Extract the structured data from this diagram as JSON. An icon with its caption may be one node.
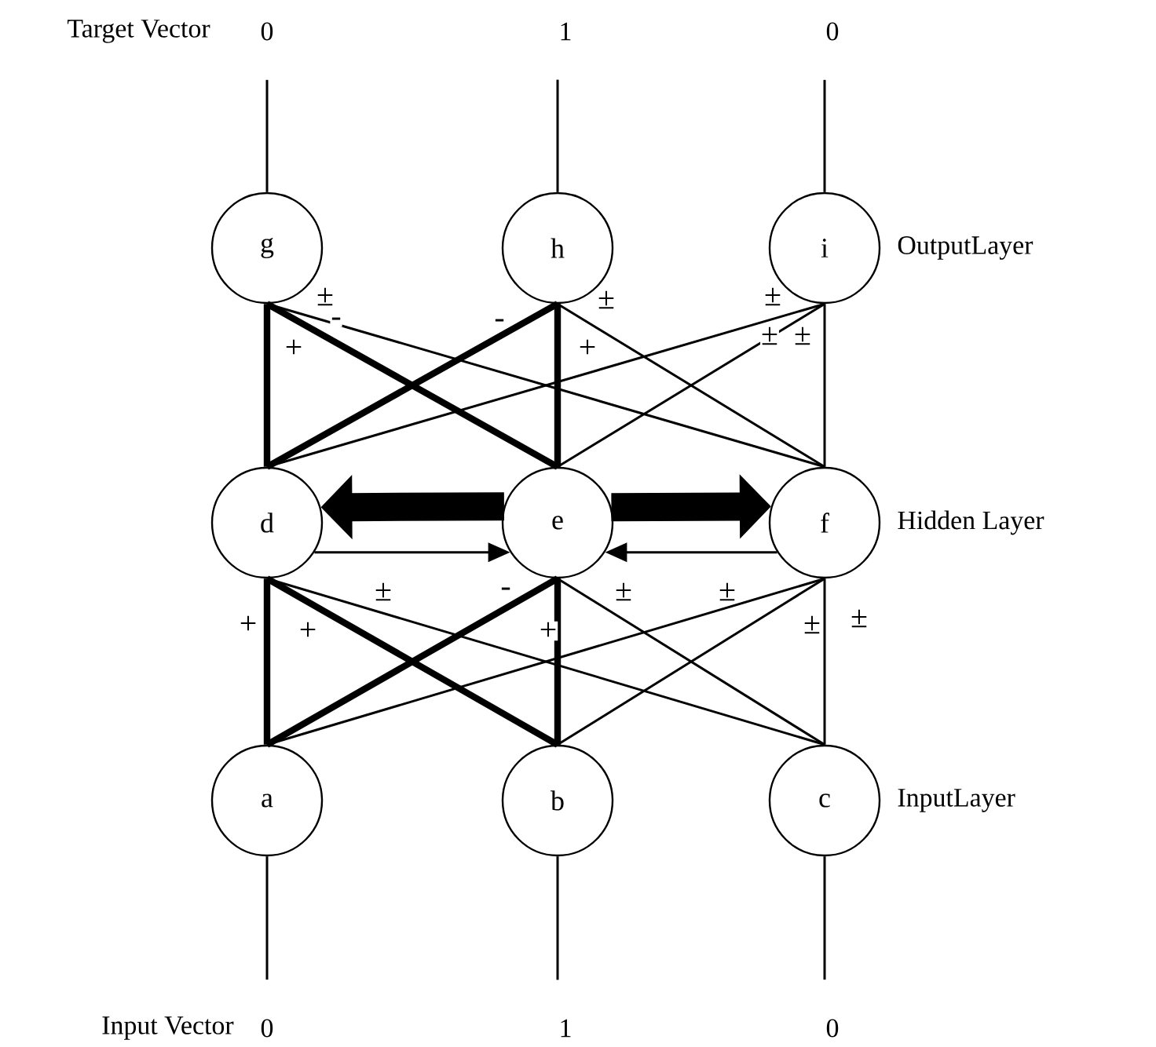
{
  "diagram": {
    "nodes": [
      {
        "text": [
          "0"
        ]
      },
      {
        "text": [
          "1"
        ]
      },
      {
        "text": [
          "0"
        ]
      },
      {
        "text": [
          "g"
        ]
      },
      {
        "text": [
          "h"
        ]
      },
      {
        "text": [
          "i"
        ],
        "beside": [
          "OutputLayer"
        ]
      },
      {
        "text": [
          "d"
        ]
      },
      {
        "text": [
          "e"
        ]
      },
      {
        "text": [
          "f"
        ],
        "beside": [
          "Hidden Layer"
        ]
      },
      {
        "text": [
          "a"
        ]
      },
      {
        "text": [
          "b"
        ]
      },
      {
        "text": [
          "c"
        ],
        "beside": [
          "InputLayer"
        ]
      },
      {
        "text": [
          "0"
        ]
      },
      {
        "text": [
          "1"
        ]
      },
      {
        "text": [
          "0"
        ]
      }
    ],
    "edges": [
      {
        "from": 0,
        "to": 3,
        "arrow": "none"
      },
      {
        "from": 1,
        "to": 4,
        "arrow": "none"
      },
      {
        "from": 2,
        "to": 5,
        "arrow": "none"
      },
      {
        "from": 6,
        "to": 3,
        "arrow": "none",
        "style": "thick"
      },
      {
        "from": 7,
        "to": 3,
        "arrow": "none",
        "style": "thick"
      },
      {
        "from": 8,
        "to": 3,
        "arrow": "none"
      },
      {
        "from": 6,
        "to": 4,
        "arrow": "none",
        "style": "thick"
      },
      {
        "from": 7,
        "to": 4,
        "arrow": "none",
        "style": "thick"
      },
      {
        "from": 8,
        "to": 4,
        "arrow": "none"
      },
      {
        "from": 6,
        "to": 5,
        "arrow": "none"
      },
      {
        "from": 7,
        "to": 5,
        "arrow": "none"
      },
      {
        "from": 8,
        "to": 5,
        "arrow": "none"
      },
      {
        "from": 7,
        "to": 6,
        "arrow": "to",
        "style": "thick"
      },
      {
        "from": 7,
        "to": 8,
        "arrow": "to",
        "style": "thick"
      },
      {
        "from": 6,
        "to": 7,
        "arrow": "to"
      },
      {
        "from": 8,
        "to": 7,
        "arrow": "to"
      },
      {
        "from": 9,
        "to": 6,
        "arrow": "none",
        "style": "thick"
      },
      {
        "from": 9,
        "to": 7,
        "arrow": "none",
        "style": "thick"
      },
      {
        "from": 9,
        "to": 8,
        "arrow": "none"
      },
      {
        "from": 10,
        "to": 6,
        "arrow": "none",
        "style": "thick"
      },
      {
        "from": 10,
        "to": 7,
        "arrow": "none",
        "style": "thick"
      },
      {
        "from": 10,
        "to": 8,
        "arrow": "none"
      },
      {
        "from": 11,
        "to": 6,
        "arrow": "none"
      },
      {
        "from": 11,
        "to": 7,
        "arrow": "none"
      },
      {
        "from": 11,
        "to": 8,
        "arrow": "none"
      },
      {
        "from": 9,
        "to": 12,
        "arrow": "none"
      },
      {
        "from": 10,
        "to": 13,
        "arrow": "none"
      },
      {
        "from": 11,
        "to": 14,
        "arrow": "none"
      }
    ],
    "labels": [
      "Target Vector",
      "±",
      "±",
      "±",
      "-",
      "-",
      "+",
      "+",
      "±",
      "±",
      "±",
      "-",
      "±",
      "±",
      "+",
      "+",
      "+",
      "±",
      "±",
      "Input Vector"
    ]
  }
}
